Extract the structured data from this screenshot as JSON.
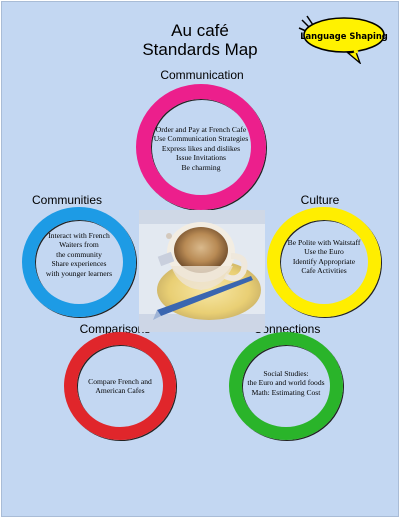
{
  "title_line1": "Au café",
  "title_line2": "Standards Map",
  "badge": {
    "label": "Language Shaping"
  },
  "colors": {
    "background": "#c3d7f2",
    "communication": "#ec1f8c",
    "communities": "#1d9be5",
    "culture": "#ffee00",
    "comparisons": "#e0262b",
    "connections": "#2ab42a",
    "badge": "#fff200"
  },
  "communication": {
    "heading": "Communication",
    "lines": [
      "Order and Pay at French Cafe",
      "Use Communication Strategies",
      "Express likes and dislikes",
      "Issue Invitations",
      "Be charming"
    ]
  },
  "communities": {
    "heading": "Communities",
    "lines": [
      "Interact with French",
      "Waiters from",
      "the community",
      "Share experiences",
      "with younger learners"
    ]
  },
  "culture": {
    "heading": "Culture",
    "lines": [
      "Be Polite with Waitstaff",
      "Use the Euro",
      "Identify Appropriate",
      "Cafe Activities"
    ]
  },
  "comparisons": {
    "heading": "Comparisons",
    "lines": [
      "Compare French and",
      "American Cafes"
    ]
  },
  "connections": {
    "heading": "Connections",
    "lines": [
      "Social Studies:",
      "the Euro and world foods",
      "Math: Estimating Cost"
    ]
  }
}
